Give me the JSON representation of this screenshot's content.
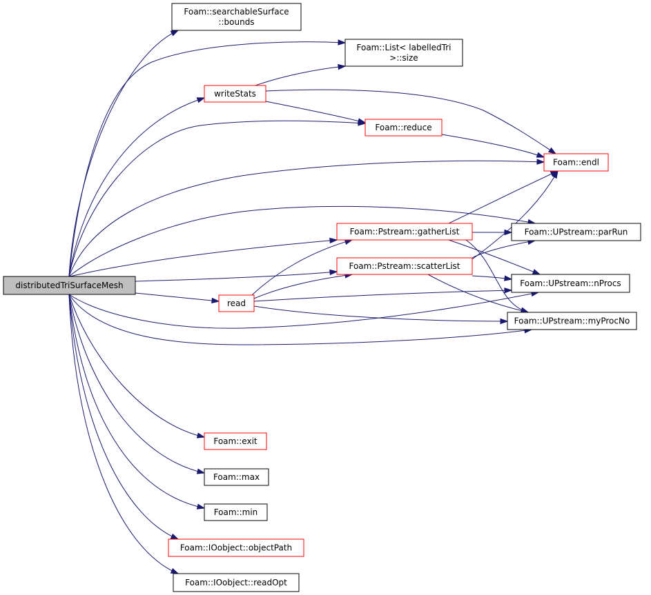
{
  "colors": {
    "edge": "#191970",
    "root_fill": "#bfbfbf",
    "highlight_border": "#ff0000",
    "normal_border": "#000000"
  },
  "nodes": [
    {
      "id": "root",
      "lines": [
        "distributedTriSurfaceMesh"
      ],
      "style": "root"
    },
    {
      "id": "bounds",
      "lines": [
        "Foam::searchableSurface",
        "::bounds"
      ],
      "style": "normal"
    },
    {
      "id": "size",
      "lines": [
        "Foam::List< labelledTri",
        ">::size"
      ],
      "style": "normal"
    },
    {
      "id": "writeStats",
      "lines": [
        "writeStats"
      ],
      "style": "red"
    },
    {
      "id": "reduce",
      "lines": [
        "Foam::reduce"
      ],
      "style": "red"
    },
    {
      "id": "endl",
      "lines": [
        "Foam::endl"
      ],
      "style": "red"
    },
    {
      "id": "gatherList",
      "lines": [
        "Foam::Pstream::gatherList"
      ],
      "style": "red"
    },
    {
      "id": "parRun",
      "lines": [
        "Foam::UPstream::parRun"
      ],
      "style": "normal"
    },
    {
      "id": "scatterList",
      "lines": [
        "Foam::Pstream::scatterList"
      ],
      "style": "red"
    },
    {
      "id": "nProcs",
      "lines": [
        "Foam::UPstream::nProcs"
      ],
      "style": "normal"
    },
    {
      "id": "read",
      "lines": [
        "read"
      ],
      "style": "red"
    },
    {
      "id": "myProcNo",
      "lines": [
        "Foam::UPstream::myProcNo"
      ],
      "style": "normal"
    },
    {
      "id": "exit",
      "lines": [
        "Foam::exit"
      ],
      "style": "red"
    },
    {
      "id": "max",
      "lines": [
        "Foam::max"
      ],
      "style": "normal"
    },
    {
      "id": "min",
      "lines": [
        "Foam::min"
      ],
      "style": "normal"
    },
    {
      "id": "objectPath",
      "lines": [
        "Foam::IOobject::objectPath"
      ],
      "style": "red"
    },
    {
      "id": "readOpt",
      "lines": [
        "Foam::IOobject::readOpt"
      ],
      "style": "normal"
    }
  ],
  "edges": [
    {
      "from": "root",
      "to": "bounds"
    },
    {
      "from": "root",
      "to": "size"
    },
    {
      "from": "root",
      "to": "writeStats"
    },
    {
      "from": "root",
      "to": "reduce"
    },
    {
      "from": "root",
      "to": "endl"
    },
    {
      "from": "root",
      "to": "parRun"
    },
    {
      "from": "root",
      "to": "gatherList"
    },
    {
      "from": "root",
      "to": "scatterList"
    },
    {
      "from": "root",
      "to": "read"
    },
    {
      "from": "root",
      "to": "nProcs"
    },
    {
      "from": "root",
      "to": "myProcNo"
    },
    {
      "from": "root",
      "to": "exit"
    },
    {
      "from": "root",
      "to": "max"
    },
    {
      "from": "root",
      "to": "min"
    },
    {
      "from": "root",
      "to": "objectPath"
    },
    {
      "from": "root",
      "to": "readOpt"
    },
    {
      "from": "writeStats",
      "to": "size"
    },
    {
      "from": "writeStats",
      "to": "reduce"
    },
    {
      "from": "writeStats",
      "to": "endl"
    },
    {
      "from": "reduce",
      "to": "endl"
    },
    {
      "from": "gatherList",
      "to": "endl"
    },
    {
      "from": "gatherList",
      "to": "parRun"
    },
    {
      "from": "gatherList",
      "to": "nProcs"
    },
    {
      "from": "gatherList",
      "to": "myProcNo"
    },
    {
      "from": "scatterList",
      "to": "endl"
    },
    {
      "from": "scatterList",
      "to": "parRun"
    },
    {
      "from": "scatterList",
      "to": "nProcs"
    },
    {
      "from": "scatterList",
      "to": "myProcNo"
    },
    {
      "from": "read",
      "to": "gatherList"
    },
    {
      "from": "read",
      "to": "scatterList"
    },
    {
      "from": "read",
      "to": "nProcs"
    },
    {
      "from": "read",
      "to": "myProcNo"
    }
  ]
}
